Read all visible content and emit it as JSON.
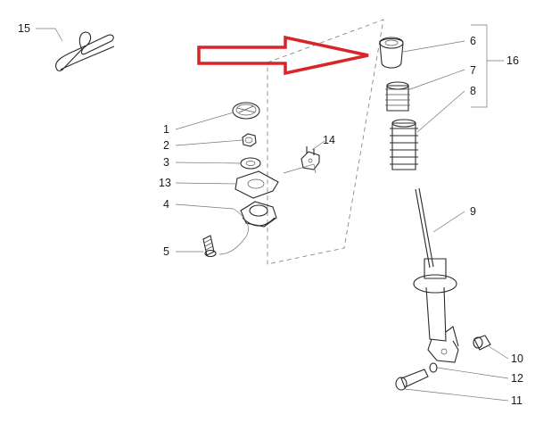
{
  "diagram": {
    "callouts": [
      "15",
      "1",
      "2",
      "3",
      "13",
      "4",
      "5",
      "14",
      "6",
      "7",
      "8",
      "16",
      "9",
      "10",
      "12",
      "11"
    ],
    "highlight_color": "#d9242a"
  }
}
